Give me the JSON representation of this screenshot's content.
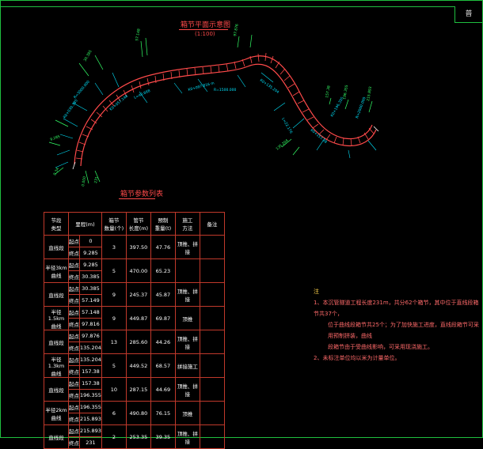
{
  "titleblock": {
    "label": "普"
  },
  "plan": {
    "title": "箱节平面示意图",
    "scale": "(1:100)"
  },
  "table": {
    "title": "箱节参数列表",
    "headers": [
      "节段\n类型",
      "里程(m)",
      "箱节\n数量(个)",
      "管节\n长度(m)",
      "预制\n重量(t)",
      "施工\n方法",
      "备注"
    ],
    "rows": [
      {
        "type": "直线段",
        "start": "0",
        "end": "9.285",
        "count": "3",
        "length": "397.50",
        "weight": "47.76",
        "method": "顶推、拼接",
        "note": ""
      },
      {
        "type": "半径3km\n曲线",
        "start": "9.285",
        "end": "30.385",
        "count": "5",
        "length": "470.00",
        "weight": "65.23",
        "method": "",
        "note": ""
      },
      {
        "type": "直线段",
        "start": "30.385",
        "end": "57.149",
        "count": "9",
        "length": "245.37",
        "weight": "45.87",
        "method": "顶推、拼接",
        "note": ""
      },
      {
        "type": "半径1.5km\n曲线",
        "start": "57.148",
        "end": "97.816",
        "count": "9",
        "length": "449.87",
        "weight": "69.87",
        "method": "顶推",
        "note": ""
      },
      {
        "type": "直线段",
        "start": "97.876",
        "end": "135.204",
        "count": "13",
        "length": "285.60",
        "weight": "44.26",
        "method": "顶推、拼接",
        "note": ""
      },
      {
        "type": "半径1.3km\n曲线",
        "start": "135.204",
        "end": "157.38",
        "count": "5",
        "length": "449.52",
        "weight": "68.57",
        "method": "拼接施工",
        "note": ""
      },
      {
        "type": "直线段",
        "start": "157.38",
        "end": "196.355",
        "count": "10",
        "length": "287.15",
        "weight": "44.69",
        "method": "顶推、拼接",
        "note": ""
      },
      {
        "type": "半径2km\n曲线",
        "start": "196.355",
        "end": "215.893",
        "count": "6",
        "length": "490.80",
        "weight": "76.15",
        "method": "顶推",
        "note": ""
      },
      {
        "type": "直线段",
        "start": "215.893",
        "end": "231",
        "count": "2",
        "length": "253.35",
        "weight": "39.35",
        "method": "顶推、拼接",
        "note": ""
      }
    ],
    "start_label": "起点",
    "end_label": "终点"
  },
  "notes": {
    "heading": "注",
    "line1": "1、本沉管隧道工程长度231m，共分62个箱节，其中位于直线段箱节共37个，",
    "line1b": "位于曲线段箱节共25个；为了加快施工进度，直线段箱节可采用预制拼装，曲线",
    "line1c": "段箱节由于受曲线影响，可采用现浇施工。",
    "line2": "2、未标注单位均以米为计量单位。"
  },
  "colors": {
    "frame": "#1fbf3f",
    "red": "#ff4a4a",
    "cyan": "#00e5ff",
    "green": "#33ff66"
  }
}
